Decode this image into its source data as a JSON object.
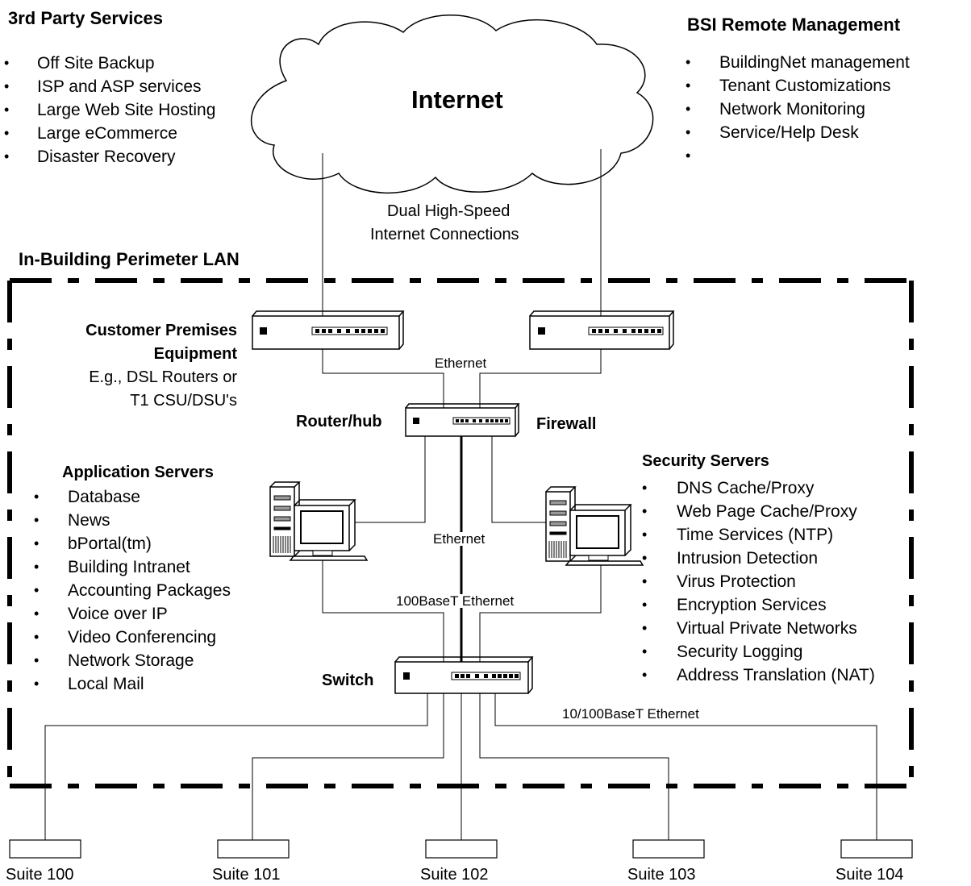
{
  "third_party": {
    "title": "3rd Party  Services",
    "items": [
      "Off Site Backup",
      "ISP and ASP services",
      "Large Web Site Hosting",
      "Large eCommerce",
      "Disaster Recovery"
    ]
  },
  "bsi": {
    "title": "BSI Remote Management",
    "items": [
      "BuildingNet management",
      "Tenant Customizations",
      "Network Monitoring",
      "Service/Help Desk",
      ""
    ]
  },
  "internet": {
    "label": "Internet"
  },
  "connections": {
    "line1": "Dual High-Speed",
    "line2": "Internet Connections"
  },
  "lan": {
    "title": "In-Building Perimeter LAN"
  },
  "cpe": {
    "title_line1": "Customer Premises",
    "title_line2": "Equipment",
    "desc_line1": "E.g., DSL Routers or",
    "desc_line2": "T1 CSU/DSU's"
  },
  "links": {
    "ethernet_top": "Ethernet",
    "ethernet_mid": "Ethernet",
    "ethernet_100": "100BaseT Ethernet",
    "ethernet_10_100": "10/100BaseT Ethernet"
  },
  "devices": {
    "router": "Router/hub",
    "firewall": "Firewall",
    "switch": "Switch"
  },
  "app_servers": {
    "title": "Application Servers",
    "items": [
      "Database",
      "News",
      "bPortal(tm)",
      "Building Intranet",
      "Accounting Packages",
      "Voice over IP",
      "Video Conferencing",
      "Network Storage",
      "Local Mail"
    ]
  },
  "security_servers": {
    "title": "Security Servers",
    "items": [
      "DNS Cache/Proxy",
      "Web Page Cache/Proxy",
      "Time Services (NTP)",
      "Intrusion Detection",
      "Virus Protection",
      "Encryption Services",
      "Virtual Private Networks",
      "Security Logging",
      "Address Translation (NAT)"
    ]
  },
  "suites": [
    "Suite 100",
    "Suite 101",
    "Suite 102",
    "Suite 103",
    "Suite 104"
  ]
}
